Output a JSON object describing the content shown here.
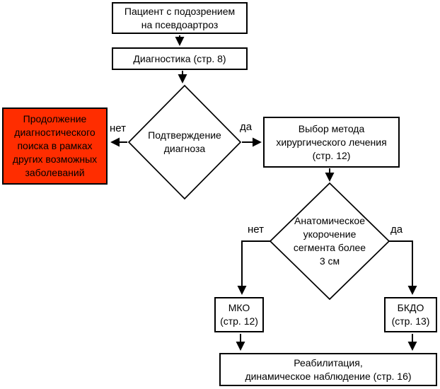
{
  "diagram": {
    "type": "flowchart",
    "language": "ru",
    "nodes": {
      "patient": {
        "text": "Пациент с подозрением\nна псевдоартроз"
      },
      "diagnostics": {
        "text": "Диагностика (стр. 8)"
      },
      "confirm": {
        "text": "Подтверждение\nдиагноза"
      },
      "continue_search": {
        "text": "Продолжение\nдиагностического\nпоиска в рамках\nдругих возможных\nзаболеваний"
      },
      "choice": {
        "text": "Выбор метода\nхирургического лечения\n(стр. 12)"
      },
      "shortening": {
        "text": "Анатомическое\nукорочение\nсегмента более\n3 см"
      },
      "mko": {
        "text": "МКО\n(стр. 12)"
      },
      "bkdo": {
        "text": "БКДО\n(стр. 13)"
      },
      "rehab": {
        "text": "Реабилитация,\nдинамическое наблюдение (стр. 16)"
      }
    },
    "branches": {
      "d1_no": "нет",
      "d1_yes": "да",
      "d2_no": "нет",
      "d2_yes": "да"
    },
    "colors": {
      "alert_fill": "#FF2D00",
      "node_fill": "#FFFFFF",
      "line": "#000000"
    }
  }
}
